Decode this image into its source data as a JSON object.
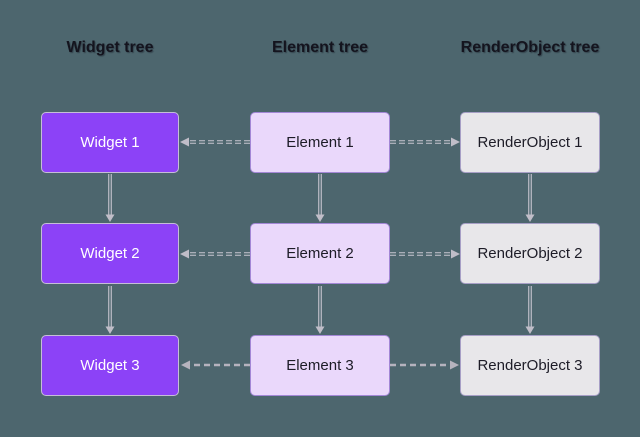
{
  "diagram": {
    "background_color": "#4d666e",
    "connector_color": "#c8c5d0",
    "columns": [
      {
        "header": "Widget tree",
        "fill": "#8c42f7",
        "text_color": "#ffffff",
        "nodes": [
          "Widget 1",
          "Widget 2",
          "Widget 3"
        ]
      },
      {
        "header": "Element tree",
        "fill": "#ead8fb",
        "text_color": "#1d1c27",
        "nodes": [
          "Element 1",
          "Element 2",
          "Element 3"
        ]
      },
      {
        "header": "RenderObject tree",
        "fill": "#e8e7ea",
        "text_color": "#1d1c27",
        "nodes": [
          "RenderObject 1",
          "RenderObject 2",
          "RenderObject 3"
        ]
      }
    ],
    "connectors": {
      "vertical": "solid arrow down between successive nodes in each column",
      "horizontal": "dashed arrows from each Element node to its Widget node and its RenderObject node"
    }
  }
}
